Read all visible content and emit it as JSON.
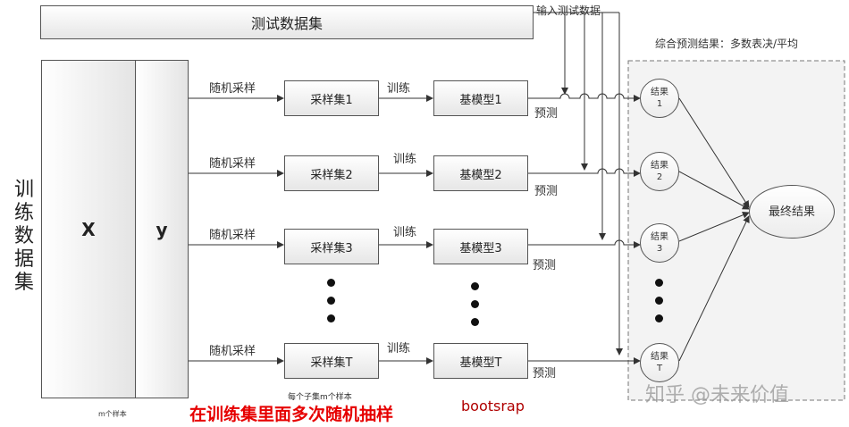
{
  "test_set": "测试数据集",
  "input_test_data": "输入测试数据",
  "ensemble_header": "综合预测结果：多数表决/平均",
  "train_set_vertical": [
    "训",
    "练",
    "数",
    "据",
    "集"
  ],
  "col_x": "X",
  "col_y": "y",
  "m_samples": "m个样本",
  "subset_note": "每个子集m个样本",
  "rows": [
    {
      "sample_label": "随机采样",
      "subset": "采样集1",
      "train_label": "训练",
      "model": "基模型1",
      "predict_label": "预测",
      "result_top": "结果",
      "result_bottom": "1"
    },
    {
      "sample_label": "随机采样",
      "subset": "采样集2",
      "train_label": "训练",
      "model": "基模型2",
      "predict_label": "预测",
      "result_top": "结果",
      "result_bottom": "2"
    },
    {
      "sample_label": "随机采样",
      "subset": "采样集3",
      "train_label": "训练",
      "model": "基模型3",
      "predict_label": "预测",
      "result_top": "结果",
      "result_bottom": "3"
    },
    {
      "sample_label": "随机采样",
      "subset": "采样集T",
      "train_label": "训练",
      "model": "基模型T",
      "predict_label": "预测",
      "result_top": "结果",
      "result_bottom": "T"
    }
  ],
  "final_result": "最终结果",
  "caption": "在训练集里面多次随机抽样",
  "caption_color": "#e60000",
  "bootsrap": "bootsrap",
  "bootsrap_color": "#b00000",
  "watermark": "知乎 @未来价值"
}
